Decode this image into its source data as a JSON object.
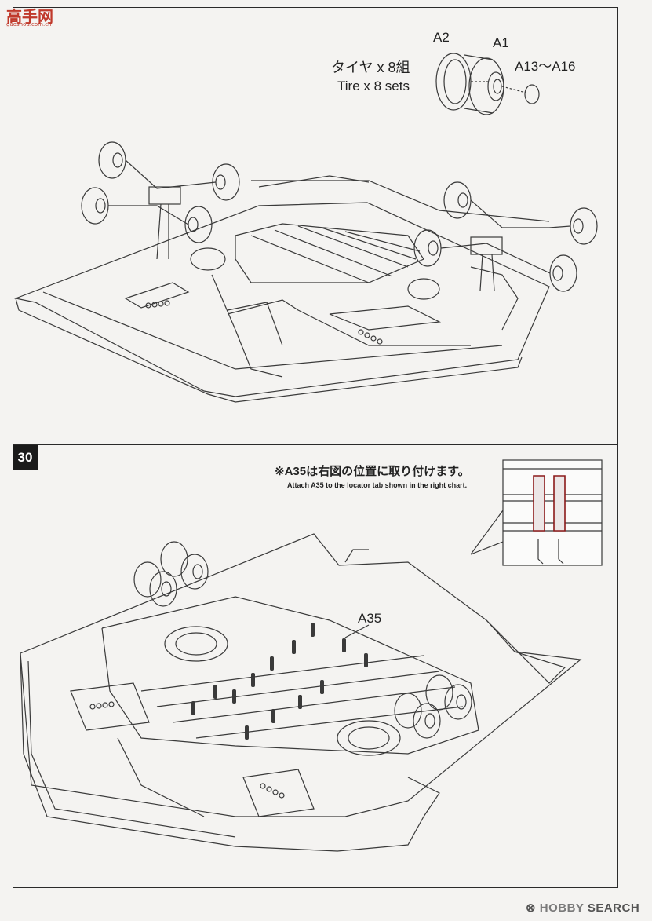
{
  "watermark": {
    "logo_text": "高手网",
    "logo_url_text": "gaoshou.com.cn"
  },
  "step28": {
    "tire_label_jp": "タイヤ x 8組",
    "tire_label_en": "Tire x 8 sets",
    "parts": {
      "a2": "A2",
      "a1": "A1",
      "a13_16": "A13～A16"
    }
  },
  "step30": {
    "number": "30",
    "note_jp": "※A35は右図の位置に取り付けます。",
    "note_en": "Attach A35 to the locator tab shown in the right chart.",
    "part_label": "A35"
  },
  "footer": {
    "brand_symbol": "⊗",
    "brand_name": "HOBBY",
    "brand_suffix": "SEARCH"
  },
  "colors": {
    "line": "#3a3a3a",
    "highlight": "#8b1a1a",
    "watermark": "#c0392b"
  }
}
